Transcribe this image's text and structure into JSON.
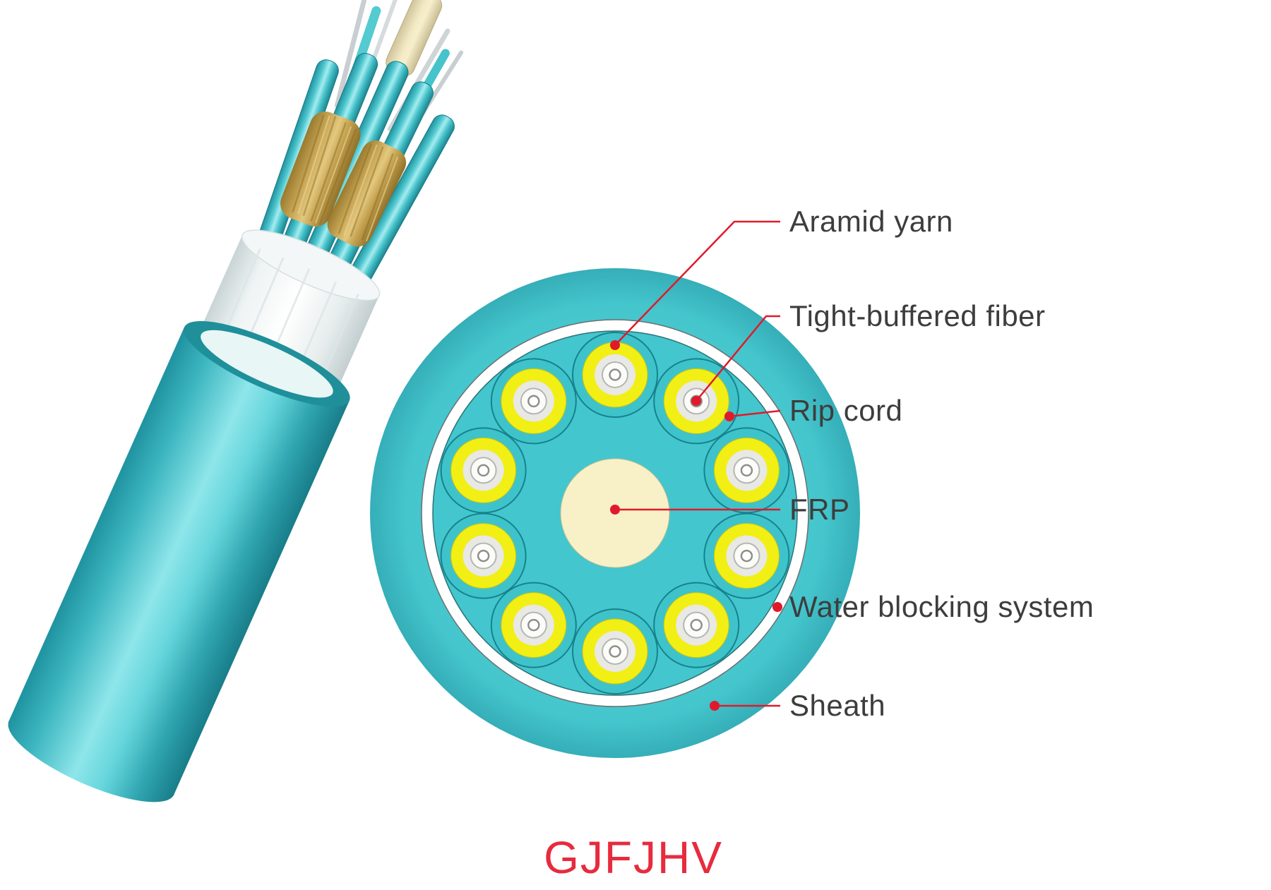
{
  "title": "GJFJHV",
  "labels": [
    {
      "id": "aramid-yarn",
      "text": "Aramid yarn"
    },
    {
      "id": "tight-buffered-fiber",
      "text": "Tight-buffered fiber"
    },
    {
      "id": "rip-cord",
      "text": "Rip cord"
    },
    {
      "id": "frp",
      "text": "FRP"
    },
    {
      "id": "water-blocking-system",
      "text": "Water blocking system"
    },
    {
      "id": "sheath",
      "text": "Sheath"
    }
  ],
  "cross_section": {
    "fiber_unit_count": 10
  },
  "colors": {
    "sheath_teal": "#45c7ce",
    "aramid_yellow": "#f2ef15",
    "frp_cream": "#f8f1c8",
    "water_blocking_white": "#ffffff",
    "callout_red": "#e01a2b",
    "label_text": "#3d3d3d",
    "title_red": "#e72b3e"
  }
}
